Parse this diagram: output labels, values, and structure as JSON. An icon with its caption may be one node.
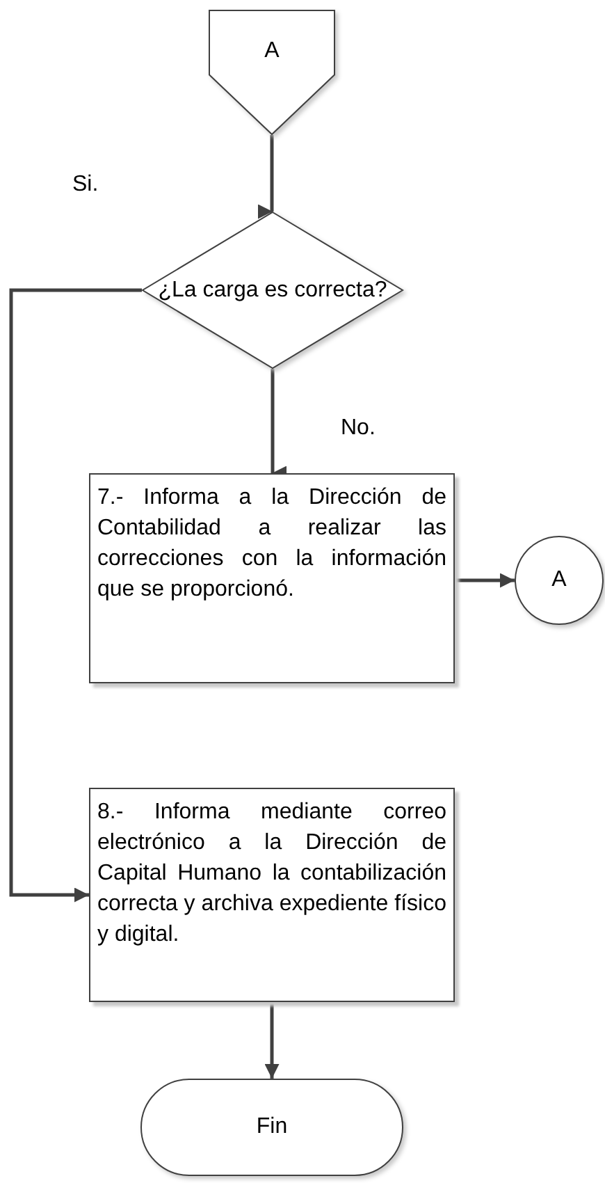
{
  "diagram": {
    "nodes": [
      {
        "text": [
          "A"
        ]
      },
      {
        "text": [
          "¿La carga es correcta?"
        ]
      },
      {
        "text": [
          "7.- Informa a la Dirección de Contabilidad a realizar las correcciones con la información que se proporcionó."
        ]
      },
      {
        "text": [
          "A"
        ]
      },
      {
        "text": [
          "8.- Informa mediante correo electrónico a la Dirección de Capital Humano la contabilización correcta y archiva expediente físico y digital."
        ]
      },
      {
        "text": [
          "Fin"
        ]
      }
    ],
    "edges": [
      {
        "from": 0,
        "to": 1,
        "arrow": "to"
      },
      {
        "from": 1,
        "to": 2,
        "arrow": "to",
        "label": "No."
      },
      {
        "from": 2,
        "to": 3,
        "arrow": "to"
      },
      {
        "from": 1,
        "to": 4,
        "arrow": "to",
        "label": "Si."
      },
      {
        "from": 4,
        "to": 5,
        "arrow": "to"
      }
    ]
  }
}
